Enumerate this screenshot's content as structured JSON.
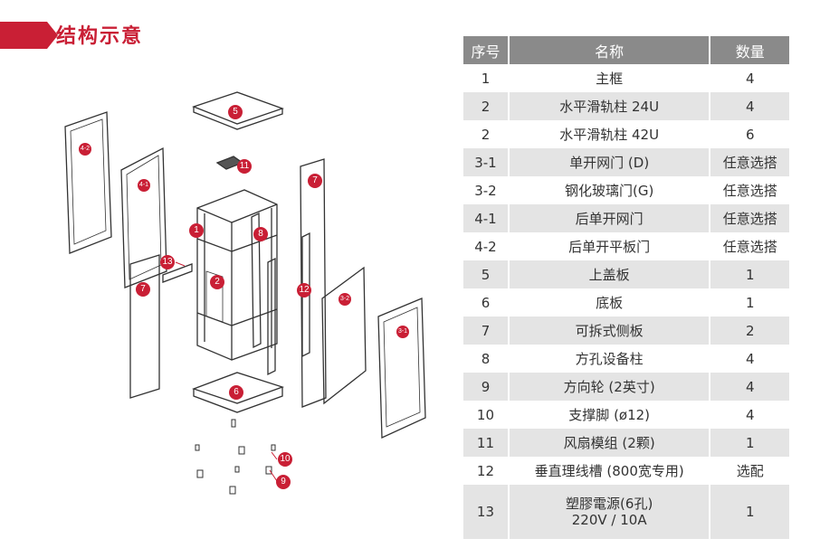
{
  "header": {
    "title": "结构示意"
  },
  "table": {
    "headers": [
      "序号",
      "名称",
      "数量"
    ],
    "rows": [
      [
        "1",
        "主框",
        "4"
      ],
      [
        "2",
        "水平滑轨柱 24U",
        "4"
      ],
      [
        "2",
        "水平滑轨柱 42U",
        "6"
      ],
      [
        "3-1",
        "单开网门 (D)",
        "任意选搭"
      ],
      [
        "3-2",
        "钢化玻璃门(G)",
        "任意选搭"
      ],
      [
        "4-1",
        "后单开网门",
        "任意选搭"
      ],
      [
        "4-2",
        "后单开平板门",
        "任意选搭"
      ],
      [
        "5",
        "上盖板",
        "1"
      ],
      [
        "6",
        "底板",
        "1"
      ],
      [
        "7",
        "可拆式侧板",
        "2"
      ],
      [
        "8",
        "方孔设备柱",
        "4"
      ],
      [
        "9",
        "方向轮 (2英寸)",
        "4"
      ],
      [
        "10",
        "支撑脚 (ø12)",
        "4"
      ],
      [
        "11",
        "风扇模组 (2颗)",
        "1"
      ],
      [
        "12",
        "垂直理线槽 (800宽专用)",
        "选配"
      ]
    ],
    "last_row": {
      "num": "13",
      "name_line1": "塑膠電源(6孔)",
      "name_line2": "220V / 10A",
      "qty": "1"
    }
  },
  "diagram": {
    "callouts": [
      "1",
      "2",
      "4-2",
      "4-1",
      "5",
      "11",
      "7",
      "8",
      "13",
      "7",
      "12",
      "3-2",
      "6",
      "3-1",
      "10",
      "9"
    ]
  }
}
